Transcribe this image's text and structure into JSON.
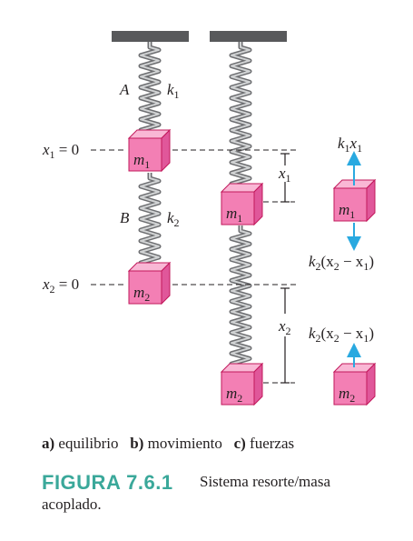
{
  "labels": {
    "spring_a": "A",
    "spring_b": "B",
    "k1": "k",
    "k1_sub": "1",
    "k2": "k",
    "k2_sub": "2",
    "x1_eq": "x",
    "x1_eq_sub": "1",
    "x1_eq_rest": " = 0",
    "x2_eq": "x",
    "x2_eq_sub": "2",
    "x2_eq_rest": " = 0",
    "m1": "m",
    "m1_sub": "1",
    "m2": "m",
    "m2_sub": "2",
    "disp_x1": "x",
    "disp_x1_sub": "1",
    "disp_x2": "x",
    "disp_x2_sub": "2",
    "force_up_m1": "k",
    "force_up_m1_sub": "1",
    "force_up_m1_x": "x",
    "force_up_m1_xsub": "1",
    "force_down_m1": "k",
    "force_down_m1_sub": "2",
    "force_down_m1_expr_a": "(x",
    "force_down_m1_expr_a_sub": "2",
    "force_down_m1_expr_b": " − x",
    "force_down_m1_expr_b_sub": "1",
    "force_down_m1_expr_c": ")",
    "force_up_m2": "k",
    "force_up_m2_sub": "2",
    "force_up_m2_expr_a": "(x",
    "force_up_m2_expr_a_sub": "2",
    "force_up_m2_expr_b": " − x",
    "force_up_m2_expr_b_sub": "1",
    "force_up_m2_expr_c": ")"
  },
  "caption": {
    "a_tag": "a)",
    "a_text": " equilibrio",
    "b_tag": "b)",
    "b_text": " movimiento",
    "c_tag": "c)",
    "c_text": " fuerzas"
  },
  "figure": {
    "title": "FIGURA 7.6.1",
    "text_line1": "Sistema resorte/masa",
    "text_line2": "acoplado."
  },
  "colors": {
    "mass_face": "#f37fb4",
    "mass_top": "#f9b7d5",
    "mass_side": "#e0579a",
    "mass_edge": "#c2185b",
    "ceiling": "#58595b",
    "spring": "#8a8c8e",
    "arrow": "#29a9e0",
    "title_color": "#3aa89a"
  }
}
